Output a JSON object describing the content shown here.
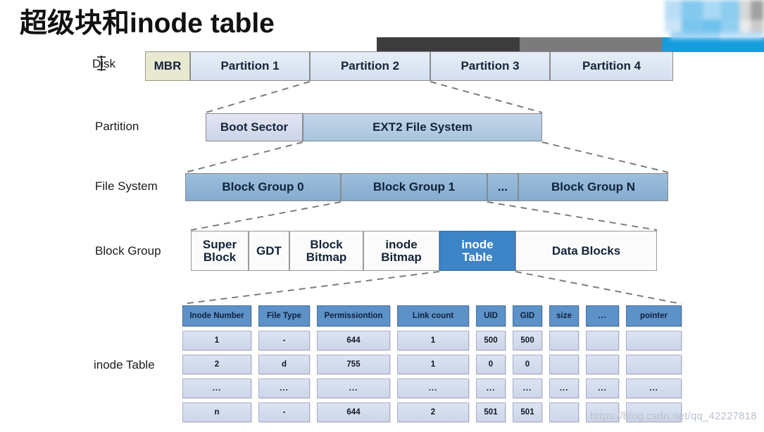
{
  "slide": {
    "title": "超级块和inode table",
    "watermark": "https://blog.csdn.net/qq_42227818"
  },
  "colors": {
    "accent_blue": "#3d84c6",
    "header_blue": "#5d92c9",
    "bar_dark": "#3c3c3c",
    "bar_gray": "#7b7b7b",
    "bar_blue": "#179ddd",
    "mbr_beige": "#e9e9d2",
    "partition_blue": "#dce6f1",
    "blockgroup_blue": "#9dbfdd",
    "dash_gray": "#7d7d7d"
  },
  "rows": {
    "disk": {
      "label": "Disk",
      "cells": [
        {
          "text": "MBR"
        },
        {
          "text": "Partition 1"
        },
        {
          "text": "Partition 2"
        },
        {
          "text": "Partition 3"
        },
        {
          "text": "Partition 4"
        }
      ]
    },
    "partition": {
      "label": "Partition",
      "cells": [
        {
          "text": "Boot Sector"
        },
        {
          "text": "EXT2 File System"
        }
      ]
    },
    "filesystem": {
      "label": "File System",
      "cells": [
        {
          "text": "Block Group 0"
        },
        {
          "text": "Block Group 1"
        },
        {
          "text": "..."
        },
        {
          "text": "Block Group N"
        }
      ]
    },
    "blockgroup": {
      "label": "Block Group",
      "cells": [
        {
          "line1": "Super",
          "line2": "Block"
        },
        {
          "line1": "GDT",
          "line2": ""
        },
        {
          "line1": "Block",
          "line2": "Bitmap"
        },
        {
          "line1": "inode",
          "line2": "Bitmap"
        },
        {
          "line1": "inode",
          "line2": "Table"
        },
        {
          "line1": "Data Blocks",
          "line2": ""
        }
      ],
      "highlighted_index": 4
    },
    "inodetable": {
      "label": "inode Table",
      "headers": [
        "Inode Number",
        "File Type",
        "Permissiontion",
        "Link count",
        "UID",
        "GID",
        "size",
        "...",
        "pointer"
      ],
      "data_rows": [
        [
          "1",
          "-",
          "644",
          "1",
          "500",
          "500",
          "",
          "",
          ""
        ],
        [
          "2",
          "d",
          "755",
          "1",
          "0",
          "0",
          "",
          "",
          ""
        ],
        [
          "...",
          "...",
          "...",
          "...",
          "...",
          "...",
          "...",
          "...",
          "..."
        ],
        [
          "n",
          "-",
          "644",
          "2",
          "501",
          "501",
          "",
          "",
          ""
        ]
      ]
    }
  }
}
